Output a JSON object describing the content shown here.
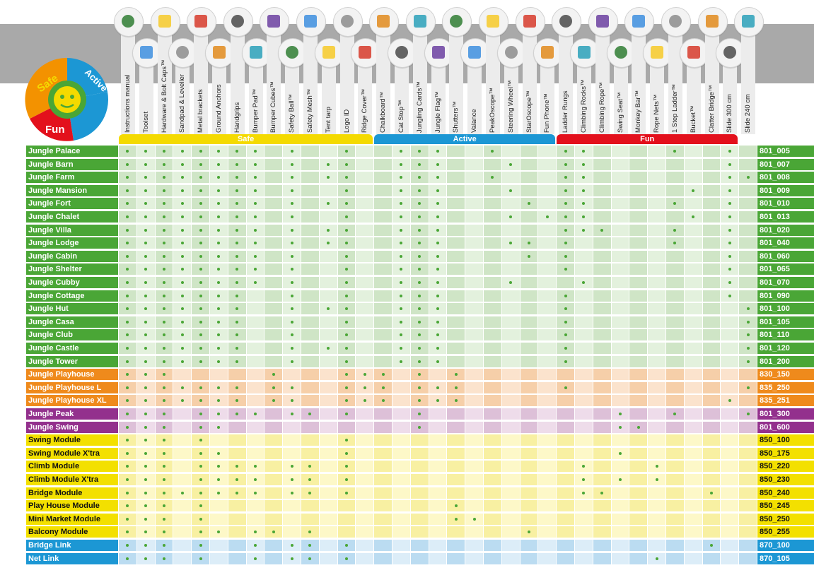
{
  "groups": [
    {
      "label": "Safe",
      "color": "#f4da00",
      "from": 0,
      "to": 13
    },
    {
      "label": "Active",
      "color": "#1c97d4",
      "from": 14,
      "to": 23
    },
    {
      "label": "Fun",
      "color": "#e3101c",
      "from": 24,
      "to": 33
    }
  ],
  "columns": [
    "Instructions manual",
    "Toolset",
    "Hardware & Bolt Caps™",
    "Sandpad & Leveller",
    "Metal brackets",
    "Ground Anchors",
    "Handgrips",
    "Bumper Pad™",
    "Bumper Cubes™",
    "Safety Ball™",
    "Safety Mesh™",
    "Tent tarp",
    "Logo ID",
    "Ridge Cover™",
    "Chalkboard™",
    "Cat Stop™",
    "Jungling Cards™",
    "Jungle Flag™",
    "Shutters™",
    "Valance",
    "PeakOscope™",
    "Steering Wheel™",
    "StarOscope™",
    "Fun Phone™",
    "Ladder Rungs",
    "Climbing Rocks™",
    "Climbing Rope™",
    "Swing Seat™",
    "Monkey Bar™",
    "Rope Nets™",
    "1 Step Ladder™",
    "Bucket™",
    "Clatter Bridge™",
    "Slide 300 cm",
    "Slide 240 cm"
  ],
  "icons": [
    "manual-icon",
    "toolset-icon",
    "hardware-icon",
    "sandpad-icon",
    "bracket-icon",
    "anchor-icon",
    "handgrip-icon",
    "bumper-pad-icon",
    "bumper-cube-icon",
    "safety-ball-icon",
    "safety-mesh-icon",
    "tent-tarp-icon",
    "logo-id-icon",
    "ridge-cover-icon",
    "chalkboard-icon",
    "cat-stop-icon",
    "jungling-cards-icon",
    "flag-icon",
    "shutters-icon",
    "valance-icon",
    "peakoscope-icon",
    "steering-wheel-icon",
    "staroscope-icon",
    "fun-phone-icon",
    "ladder-rungs-icon",
    "climbing-rocks-icon",
    "climbing-rope-icon",
    "swing-seat-icon",
    "monkey-bar-icon",
    "rope-nets-icon",
    "step-ladder-icon",
    "bucket-icon",
    "clatter-bridge-icon",
    "slide-300-icon",
    "slide-240-icon"
  ],
  "logo": {
    "words": [
      "Safe",
      "Active",
      "Fun"
    ]
  },
  "themes": {
    "green": {
      "label": "#4aa636",
      "code": "#4aa636",
      "light": "#e3f1dd",
      "dark": "#cfe5c6",
      "dot": "#4aa636"
    },
    "orange": {
      "label": "#ef8a1c",
      "code": "#ef8a1c",
      "light": "#fbe3cd",
      "dark": "#f6cfa9",
      "dot": "#4aa636"
    },
    "purple": {
      "label": "#93308d",
      "code": "#93308d",
      "light": "#eedcea",
      "dark": "#ddc0d8",
      "dot": "#4aa636"
    },
    "yellow": {
      "label": "#f3e000",
      "code": "#f3e000",
      "light": "#fdf8c8",
      "dark": "#f8f0a2",
      "dot": "#4aa636"
    },
    "blue": {
      "label": "#1c97d4",
      "code": "#1c97d4",
      "light": "#dcedf8",
      "dark": "#bbdcf1",
      "dot": "#4aa636"
    }
  },
  "rows": [
    {
      "name": "Jungle Palace",
      "code": "801_005",
      "theme": "green",
      "dots": [
        0,
        1,
        2,
        3,
        4,
        5,
        6,
        7,
        9,
        12,
        15,
        16,
        17,
        20,
        24,
        25,
        30,
        33
      ]
    },
    {
      "name": "Jungle Barn",
      "code": "801_007",
      "theme": "green",
      "dots": [
        0,
        1,
        2,
        3,
        4,
        5,
        6,
        7,
        9,
        11,
        12,
        15,
        16,
        17,
        21,
        24,
        25,
        33
      ]
    },
    {
      "name": "Jungle Farm",
      "code": "801_008",
      "theme": "green",
      "dots": [
        0,
        1,
        2,
        3,
        4,
        5,
        6,
        7,
        9,
        11,
        12,
        15,
        16,
        17,
        20,
        24,
        25,
        33,
        34
      ]
    },
    {
      "name": "Jungle Mansion",
      "code": "801_009",
      "theme": "green",
      "dots": [
        0,
        1,
        2,
        3,
        4,
        5,
        6,
        7,
        9,
        12,
        15,
        16,
        17,
        21,
        24,
        25,
        31,
        33
      ]
    },
    {
      "name": "Jungle Fort",
      "code": "801_010",
      "theme": "green",
      "dots": [
        0,
        1,
        2,
        3,
        4,
        5,
        6,
        7,
        9,
        11,
        12,
        15,
        16,
        17,
        22,
        24,
        25,
        30,
        33
      ]
    },
    {
      "name": "Jungle Chalet",
      "code": "801_013",
      "theme": "green",
      "dots": [
        0,
        1,
        2,
        3,
        4,
        5,
        6,
        7,
        9,
        12,
        15,
        16,
        17,
        21,
        23,
        24,
        25,
        31,
        33
      ]
    },
    {
      "name": "Jungle Villa",
      "code": "801_020",
      "theme": "green",
      "dots": [
        0,
        1,
        2,
        3,
        4,
        5,
        6,
        7,
        9,
        11,
        12,
        15,
        16,
        17,
        24,
        25,
        26,
        30,
        33
      ]
    },
    {
      "name": "Jungle Lodge",
      "code": "801_040",
      "theme": "green",
      "dots": [
        0,
        1,
        2,
        3,
        4,
        5,
        6,
        7,
        9,
        11,
        12,
        15,
        16,
        17,
        21,
        22,
        24,
        30,
        33
      ]
    },
    {
      "name": "Jungle Cabin",
      "code": "801_060",
      "theme": "green",
      "dots": [
        0,
        1,
        2,
        3,
        4,
        5,
        6,
        7,
        9,
        12,
        15,
        16,
        17,
        22,
        24,
        33
      ]
    },
    {
      "name": "Jungle Shelter",
      "code": "801_065",
      "theme": "green",
      "dots": [
        0,
        1,
        2,
        3,
        4,
        5,
        6,
        7,
        9,
        12,
        15,
        16,
        17,
        24,
        33
      ]
    },
    {
      "name": "Jungle Cubby",
      "code": "801_070",
      "theme": "green",
      "dots": [
        0,
        1,
        2,
        3,
        4,
        5,
        6,
        7,
        9,
        12,
        15,
        16,
        17,
        21,
        25,
        33
      ]
    },
    {
      "name": "Jungle Cottage",
      "code": "801_090",
      "theme": "green",
      "dots": [
        0,
        1,
        2,
        3,
        4,
        5,
        6,
        9,
        12,
        15,
        16,
        17,
        24,
        33
      ]
    },
    {
      "name": "Jungle Hut",
      "code": "801_100",
      "theme": "green",
      "dots": [
        0,
        1,
        2,
        3,
        4,
        5,
        6,
        9,
        11,
        12,
        15,
        16,
        17,
        24,
        34
      ]
    },
    {
      "name": "Jungle Casa",
      "code": "801_105",
      "theme": "green",
      "dots": [
        0,
        1,
        2,
        3,
        4,
        5,
        6,
        9,
        12,
        15,
        16,
        17,
        24,
        34
      ]
    },
    {
      "name": "Jungle Club",
      "code": "801_110",
      "theme": "green",
      "dots": [
        0,
        1,
        2,
        3,
        4,
        5,
        6,
        9,
        12,
        15,
        16,
        17,
        24,
        34
      ]
    },
    {
      "name": "Jungle Castle",
      "code": "801_120",
      "theme": "green",
      "dots": [
        0,
        1,
        2,
        3,
        4,
        5,
        6,
        9,
        11,
        12,
        15,
        16,
        17,
        24,
        34
      ]
    },
    {
      "name": "Jungle Tower",
      "code": "801_200",
      "theme": "green",
      "dots": [
        0,
        1,
        2,
        3,
        4,
        5,
        6,
        9,
        12,
        15,
        16,
        17,
        24,
        34
      ]
    },
    {
      "name": "Jungle Playhouse",
      "code": "830_150",
      "theme": "orange",
      "dots": [
        0,
        1,
        2,
        8,
        12,
        13,
        14,
        16,
        18
      ]
    },
    {
      "name": "Jungle Playhouse L",
      "code": "835_250",
      "theme": "orange",
      "dots": [
        0,
        1,
        2,
        3,
        4,
        5,
        6,
        8,
        9,
        12,
        13,
        14,
        16,
        17,
        18,
        24,
        34
      ]
    },
    {
      "name": "Jungle Playhouse XL",
      "code": "835_251",
      "theme": "orange",
      "dots": [
        0,
        1,
        2,
        3,
        4,
        5,
        6,
        8,
        9,
        12,
        13,
        14,
        16,
        17,
        18,
        33
      ]
    },
    {
      "name": "Jungle Peak",
      "code": "801_300",
      "theme": "purple",
      "dots": [
        0,
        1,
        2,
        4,
        5,
        6,
        7,
        9,
        10,
        12,
        16,
        27,
        30,
        34
      ]
    },
    {
      "name": "Jungle Swing",
      "code": "801_600",
      "theme": "purple",
      "dots": [
        0,
        1,
        2,
        4,
        5,
        16,
        27,
        28
      ]
    },
    {
      "name": "Swing Module",
      "code": "850_100",
      "theme": "yellow",
      "dots": [
        0,
        1,
        2,
        4,
        12
      ]
    },
    {
      "name": "Swing Module X'tra",
      "code": "850_175",
      "theme": "yellow",
      "dots": [
        0,
        1,
        2,
        4,
        5,
        12,
        27
      ]
    },
    {
      "name": "Climb Module",
      "code": "850_220",
      "theme": "yellow",
      "dots": [
        0,
        1,
        2,
        4,
        5,
        6,
        7,
        9,
        10,
        12,
        25,
        29
      ]
    },
    {
      "name": "Climb Module X'tra",
      "code": "850_230",
      "theme": "yellow",
      "dots": [
        0,
        1,
        2,
        4,
        5,
        6,
        7,
        9,
        10,
        12,
        25,
        27,
        29
      ]
    },
    {
      "name": "Bridge Module",
      "code": "850_240",
      "theme": "yellow",
      "dots": [
        0,
        1,
        2,
        3,
        4,
        5,
        6,
        7,
        9,
        10,
        12,
        25,
        26,
        32
      ]
    },
    {
      "name": "Play House Module",
      "code": "850_245",
      "theme": "yellow",
      "dots": [
        0,
        1,
        2,
        4,
        18
      ]
    },
    {
      "name": "Mini Market Module",
      "code": "850_250",
      "theme": "yellow",
      "dots": [
        0,
        1,
        2,
        4,
        18,
        19
      ]
    },
    {
      "name": "Balcony Module",
      "code": "850_255",
      "theme": "yellow",
      "dots": [
        0,
        1,
        2,
        4,
        5,
        7,
        8,
        10,
        22
      ]
    },
    {
      "name": "Bridge Link",
      "code": "870_100",
      "theme": "blue",
      "dots": [
        0,
        1,
        2,
        4,
        7,
        9,
        10,
        12,
        32
      ]
    },
    {
      "name": "Net Link",
      "code": "870_105",
      "theme": "blue",
      "dots": [
        0,
        1,
        2,
        4,
        7,
        9,
        10,
        12,
        29
      ]
    }
  ]
}
